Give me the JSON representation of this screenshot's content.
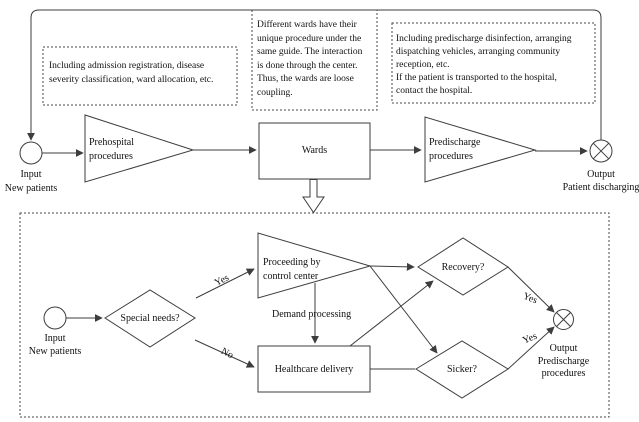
{
  "colors": {
    "line": "#3d3d3d",
    "dashed_border": "#4a4a4a",
    "background": "#ffffff",
    "text": "#111111"
  },
  "top": {
    "input_label": "Input\nNew patients",
    "prehospital_label": "Prehospital\nprocedures",
    "wards_label": "Wards",
    "predischarge_label": "Predischarge\nprocedures",
    "output_label": "Output\nPatient discharging"
  },
  "notes": {
    "admission": "Including admission registration, disease\nseverity classification, ward allocation, etc.",
    "wards": "Different wards have their\nunique procedure under the\nsame guide. The interaction\nis done through the center.\nThus, the wards are loose\ncoupling.",
    "predischarge": "Including predischarge disinfection, arranging\ndispatching vehicles, arranging community\nreception, etc.\nIf the patient is transported to the hospital,\ncontact the hospital."
  },
  "bottom": {
    "input_label": "Input\nNew patients",
    "special_needs_label": "Special needs?",
    "yes_label": "Yes",
    "no_label": "No",
    "proceeding_label": "Proceeding by\ncontrol center",
    "demand_label": "Demand processing",
    "healthcare_label": "Healthcare delivery",
    "recovery_label": "Recovery?",
    "sicker_label": "Sicker?",
    "recovery_yes_label": "Yes",
    "sicker_yes_label": "Yes",
    "output_label": "Output\nPredischarge\nprocedures"
  }
}
